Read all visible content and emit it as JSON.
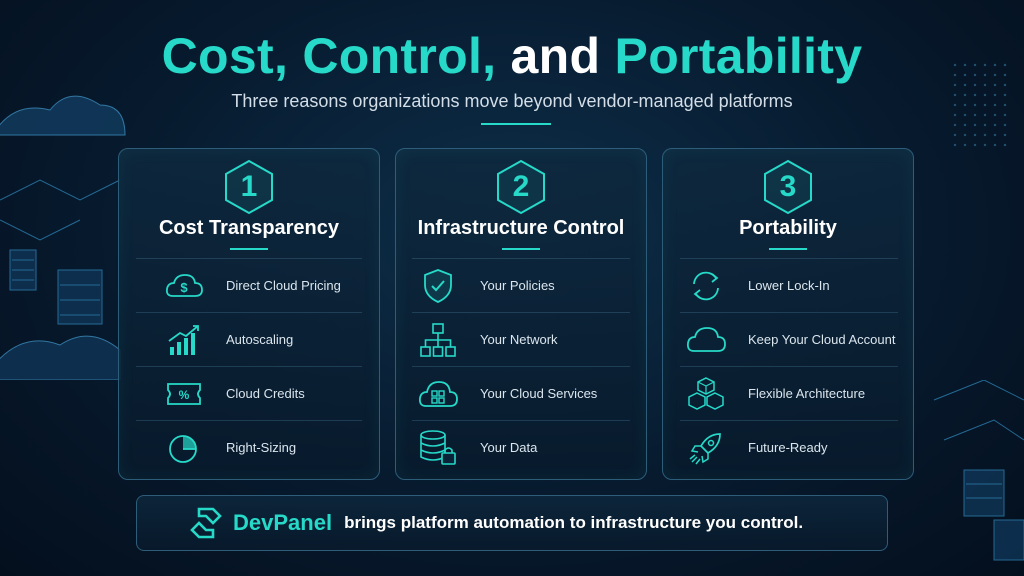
{
  "heading": {
    "part1": "Cost, Control,",
    "part2": " and ",
    "part3": "Portability",
    "subtitle": "Three reasons organizations move beyond vendor-managed platforms"
  },
  "cards": [
    {
      "number": "1",
      "title": "Cost Transparency",
      "items": [
        {
          "label": "Direct Cloud Pricing",
          "icon": "cloud-dollar-icon"
        },
        {
          "label": "Autoscaling",
          "icon": "growth-chart-icon"
        },
        {
          "label": "Cloud Credits",
          "icon": "percent-ticket-icon"
        },
        {
          "label": "Right-Sizing",
          "icon": "pie-chart-icon"
        }
      ]
    },
    {
      "number": "2",
      "title": "Infrastructure Control",
      "items": [
        {
          "label": "Your Policies",
          "icon": "shield-check-icon"
        },
        {
          "label": "Your Network",
          "icon": "network-tree-icon"
        },
        {
          "label": "Your Cloud Services",
          "icon": "cloud-grid-icon"
        },
        {
          "label": "Your Data",
          "icon": "database-lock-icon"
        }
      ]
    },
    {
      "number": "3",
      "title": "Portability",
      "items": [
        {
          "label": "Lower Lock-In",
          "icon": "sync-arrows-icon"
        },
        {
          "label": "Keep Your Cloud Account",
          "icon": "cloud-icon"
        },
        {
          "label": "Flexible Architecture",
          "icon": "cubes-icon"
        },
        {
          "label": "Future-Ready",
          "icon": "rocket-icon"
        }
      ]
    }
  ],
  "banner": {
    "brand": "DevPanel",
    "tagline": "brings platform automation to infrastructure you control."
  },
  "colors": {
    "accent": "#26d9c8",
    "background": "#071a2e",
    "card_border": "#2e5d7a",
    "text": "#ffffff"
  }
}
